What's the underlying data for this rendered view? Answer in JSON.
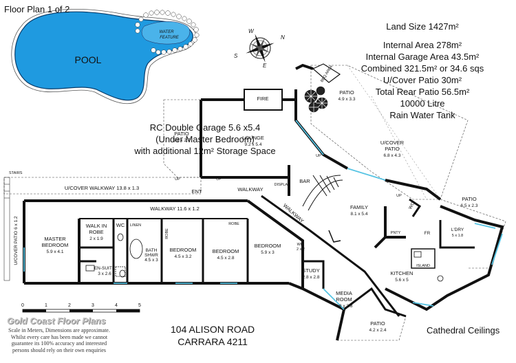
{
  "title": "Floor Plan 1 of 2",
  "info_lines": [
    "Land Size 1427m²",
    "",
    "Internal Area 278m²",
    "Internal Garage Area 43.5m²",
    "Combined 321.5m² or 34.6 sqs",
    "U/Cover Patio 30m²",
    "Total Rear Patio 56.5m²",
    "10000 Litre",
    "Rain Water Tank"
  ],
  "garage_note": [
    "RC Double Garage 5.6 x5.4",
    "(Under Master Bedroom)",
    "with additional 12m² Storage Space"
  ],
  "address": [
    "104 ALISON ROAD",
    "CARRARA 4211"
  ],
  "cathedral": "Cathedral Ceilings",
  "brand": "Gold Coast Floor Plans",
  "disclaimer": [
    "Scale in Meters, Dimensions are approximate.",
    "Whilst every care has been made we cannot",
    "guarantee its 100% accuracy and interested",
    "persons should rely on their own enquiries"
  ],
  "scale": {
    "ticks": [
      "0",
      "1",
      "2",
      "3",
      "4",
      "5"
    ]
  },
  "compass": {
    "n": "N",
    "s": "S",
    "e": "E",
    "w": "W"
  },
  "colors": {
    "pool": "#1f9ae0",
    "water_feature": "#4ab3ea",
    "wall": "#111111",
    "glass": "#55c3e3"
  },
  "rooms": {
    "pool": {
      "name": "POOL"
    },
    "water_feature": {
      "name": [
        "WATER",
        "FEATURE"
      ]
    },
    "bbq": {
      "name": "BBQ AREA"
    },
    "fire": {
      "name": "FIRE"
    },
    "patio_left": {
      "name": "PATIO",
      "dim": "5.8 x 2.7"
    },
    "lounge": {
      "name": "LOUNGE",
      "dim": "9.2 x 5.4"
    },
    "patio_top": {
      "name": "PATIO",
      "dim": "4.9 x 3.3"
    },
    "ucover_patio": {
      "name": [
        "U/COVER",
        "PATIO"
      ],
      "dim": "6.8 x 4.3"
    },
    "bar": {
      "name": "BAR"
    },
    "family": {
      "name": "FAMILY",
      "dim": "8.1 x 5.4"
    },
    "wc_right": {
      "name": "WC"
    },
    "patio_right": {
      "name": "PATIO",
      "dim": "6.5 x 2.3"
    },
    "ucover_walkway": {
      "name": "U/COVER WALKWAY 13.8 x 1.3"
    },
    "ent": {
      "name": "ENT"
    },
    "walkway": {
      "name": "WALKWAY"
    },
    "walkway_diag": {
      "name": "WALKWAY"
    },
    "display": {
      "name": "DISPLAY"
    },
    "stairs": {
      "name": "STAIRS"
    },
    "ucover_patio_left": {
      "name": "U/COVER PATIO 6 x 1.2"
    },
    "walkway_inner": {
      "name": "WALKWAY 11.6 x 1.2"
    },
    "master": {
      "name": [
        "MASTER",
        "BEDROOM"
      ],
      "dim": "5.9 x 4.1"
    },
    "walkin": {
      "name": [
        "WALK IN",
        "ROBE"
      ],
      "dim": "2 x 1.9"
    },
    "wc": {
      "name": "WC"
    },
    "linen": {
      "name": "LINEN"
    },
    "ensuite": {
      "name": "EN-SUITE",
      "dim": "3 x 2.6"
    },
    "bath": {
      "name": [
        "BATH",
        "SHWR"
      ],
      "dim": "4.5 x 3"
    },
    "robe_1": {
      "name": "ROBE"
    },
    "robe_2": {
      "name": "ROBE"
    },
    "bed2": {
      "name": "BEDROOM",
      "dim": "4.5 x 3.2"
    },
    "bed3": {
      "name": "BEDROOM",
      "dim": "4.5 x 2.8"
    },
    "bed4": {
      "name": "BEDROOM",
      "dim": "5.9 x 3"
    },
    "wir": {
      "name": "WIR",
      "dim": "2 x 2"
    },
    "study": {
      "name": "STUDY",
      "dim": "2.8 x 2.8"
    },
    "media": {
      "name": [
        "MEDIA",
        "ROOM"
      ],
      "dim": "4.8 x 3.8"
    },
    "patio_bottom": {
      "name": "PATIO",
      "dim": "4.2 x 2.4"
    },
    "kitchen": {
      "name": "KITCHEN",
      "dim": "5.6 x 5"
    },
    "island": {
      "name": "ISLAND"
    },
    "ldry": {
      "name": "L'DRY",
      "dim": "5 x 1.8"
    },
    "fr": {
      "name": "FR"
    },
    "pnty": {
      "name": "PNTY"
    },
    "up_1": {
      "name": "UP"
    },
    "up_2": {
      "name": "UP"
    },
    "up_3": {
      "name": "UP"
    },
    "up_4": {
      "name": "UP"
    }
  }
}
